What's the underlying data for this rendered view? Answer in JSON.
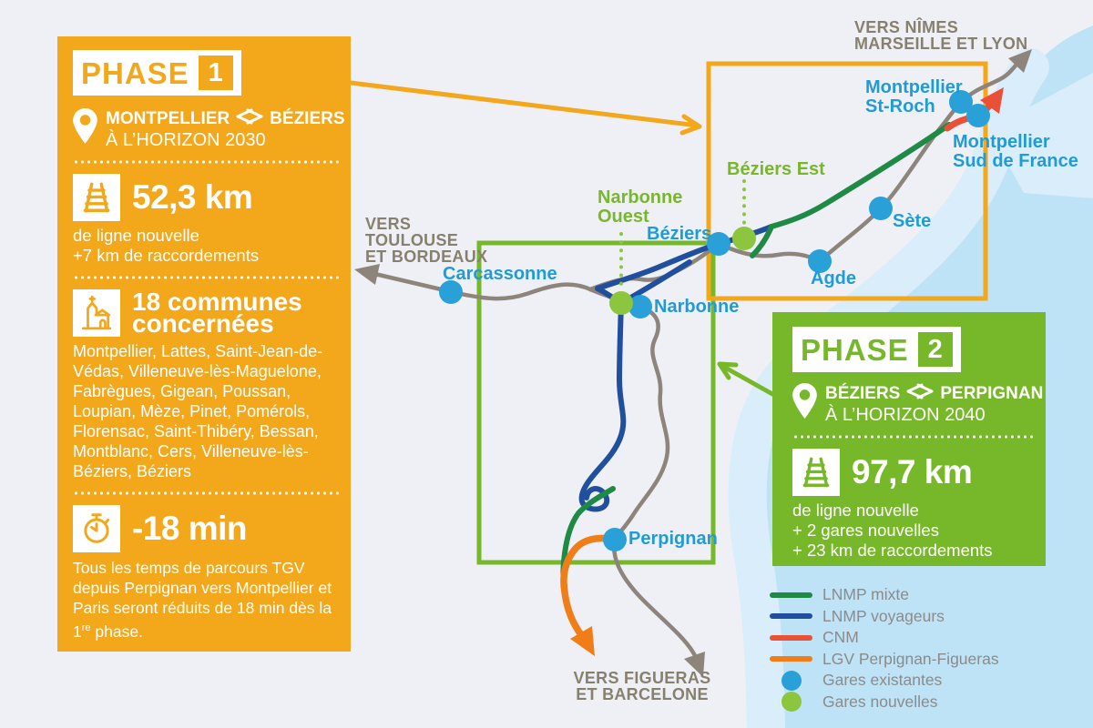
{
  "colors": {
    "phase1_orange": "#F3A71B",
    "phase2_green": "#77B82A",
    "lnmp_mixte": "#1E8A46",
    "lnmp_voyageurs": "#20509D",
    "cnm": "#E85038",
    "lgv_perpignan_figueras": "#F07D18",
    "gare_existante": "#29A0D8",
    "gare_nouvelle": "#8CC63F",
    "city_label": "#1E9CD8",
    "existing_rail": "#8D847B",
    "direction_text": "#87806F",
    "legend_text": "#8B8B8B",
    "land": "#EFF0F5",
    "sea": "#BEE3F6",
    "lagoon": "#D9EDFB"
  },
  "phase1": {
    "title": "PHASE",
    "number": "1",
    "route_from": "MONTPELLIER",
    "route_to": "BÉZIERS",
    "horizon": "À L’HORIZON 2030",
    "distance": "52,3 km",
    "distance_lines": [
      "de ligne nouvelle",
      "+7 km de raccordements"
    ],
    "communes_title": [
      "18 communes",
      "concernées"
    ],
    "communes": "Montpellier, Lattes, Saint-Jean-de-Védas, Villeneuve-lès-Maguelone, Fabrègues, Gigean, Poussan, Loupian, Mèze, Pinet, Pomérols, Florensac, Saint-Thibéry, Bessan, Montblanc, Cers, Villeneuve-lès-Béziers, Béziers",
    "time_saving": "-18 min",
    "time_text": "Tous les temps de parcours TGV depuis Perpignan vers Montpellier et Paris seront réduits de 18 min dès la 1",
    "time_text_sup": "re",
    "time_text_end": " phase."
  },
  "phase2": {
    "title": "PHASE",
    "number": "2",
    "route_from": "BÉZIERS",
    "route_to": "PERPIGNAN",
    "horizon": "À L’HORIZON 2040",
    "distance": "97,7 km",
    "distance_lines": [
      "de ligne nouvelle",
      "+ 2 gares nouvelles",
      "+ 23 km de raccordements"
    ]
  },
  "directions": {
    "nimes": [
      "VERS NÎMES",
      "MARSEILLE ET LYON"
    ],
    "toulouse": [
      "VERS",
      "TOULOUSE",
      "ET BORDEAUX"
    ],
    "figueras": [
      "VERS FIGUERAS",
      "ET BARCELONE"
    ]
  },
  "cities": {
    "montpellier_st_roch": [
      "Montpellier",
      "St-Roch"
    ],
    "montpellier_sud_de_france": [
      "Montpellier",
      "Sud de France"
    ],
    "sete": "Sète",
    "agde": "Agde",
    "beziers": "Béziers",
    "narbonne": "Narbonne",
    "carcassonne": "Carcassonne",
    "perpignan": "Perpignan",
    "beziers_est": "Béziers Est",
    "narbonne_ouest": [
      "Narbonne",
      "Ouest"
    ]
  },
  "legend": {
    "items": [
      {
        "label": "LNMP mixte"
      },
      {
        "label": "LNMP voyageurs"
      },
      {
        "label": "CNM"
      },
      {
        "label": "LGV Perpignan-Figueras"
      },
      {
        "label": "Gares existantes"
      },
      {
        "label": "Gares nouvelles"
      }
    ]
  }
}
